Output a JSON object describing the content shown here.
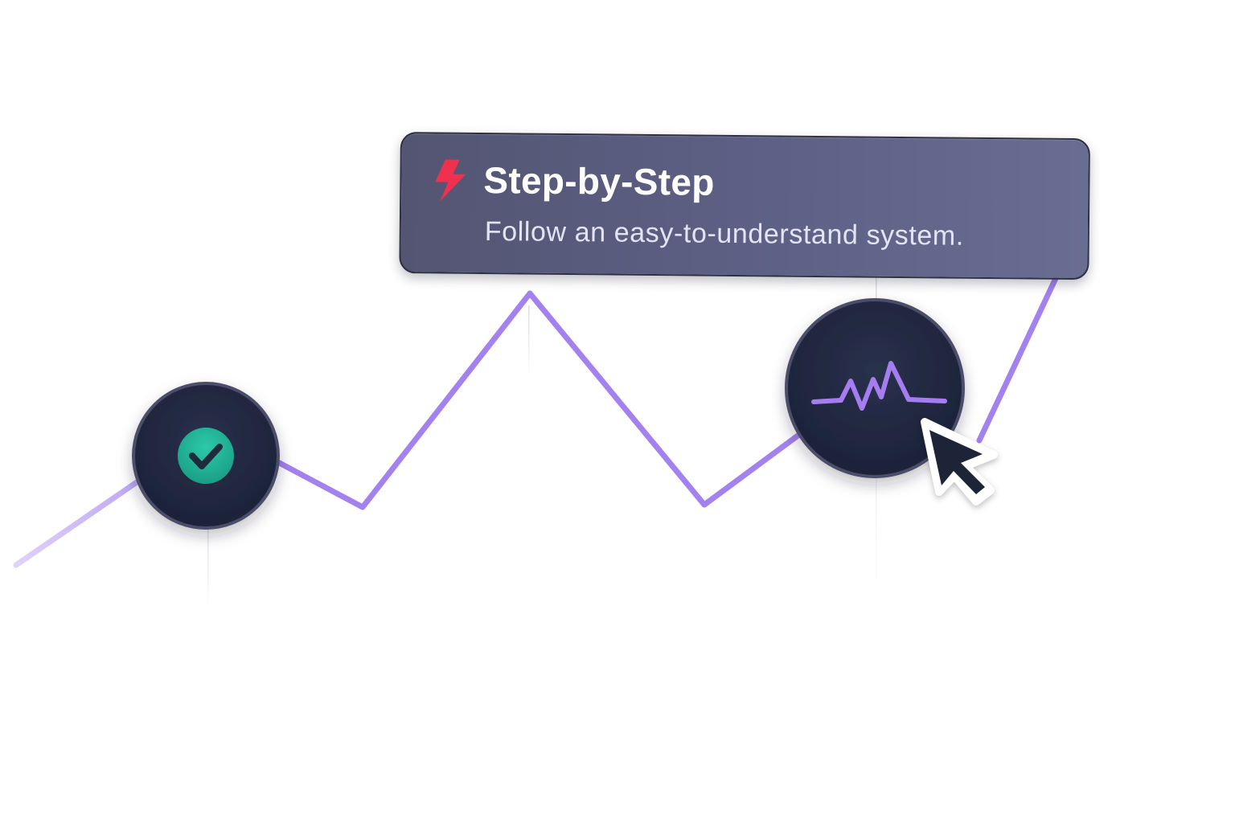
{
  "card": {
    "title": "Step-by-Step",
    "subtitle": "Follow an easy-to-understand system.",
    "icon": "lightning-bolt-icon",
    "icon_color": "#f0304f"
  },
  "nodes": [
    {
      "icon": "checkmark-icon",
      "status": "completed",
      "accent": "#22b59a"
    },
    {
      "icon": "pulse-wave-icon",
      "status": "active",
      "accent": "#a57df0"
    }
  ],
  "cursor": {
    "icon": "mouse-pointer-icon"
  },
  "colors": {
    "line": "#a381ee",
    "node_fill": "#222a42",
    "node_border": "#4b4e6a",
    "card_bg": "#5e6186"
  }
}
